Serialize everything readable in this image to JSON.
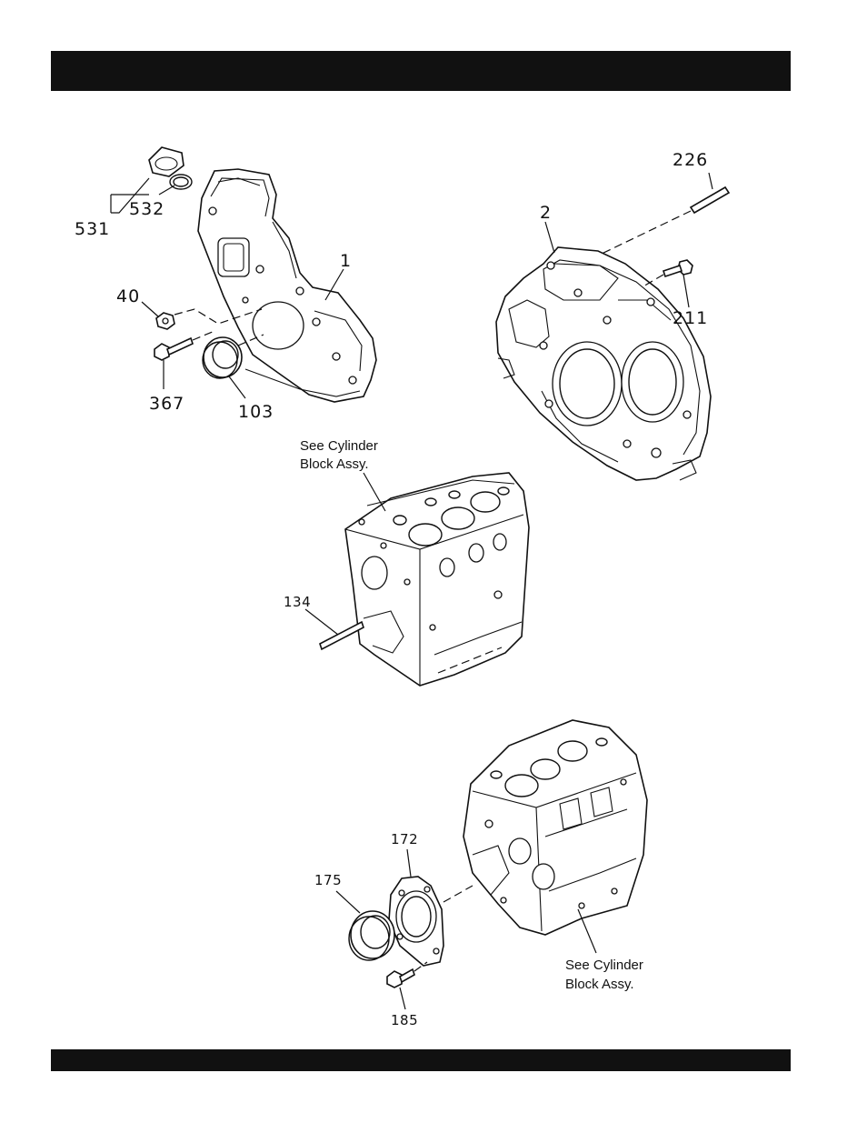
{
  "header": {
    "title": ""
  },
  "footer": {
    "text": ""
  },
  "callouts": {
    "p531": "531",
    "p532": "532",
    "p1": "1",
    "p40": "40",
    "p367": "367",
    "p103": "103",
    "p226": "226",
    "p2": "2",
    "p211": "211",
    "p134": "134",
    "p172": "172",
    "p175": "175",
    "p185": "185"
  },
  "notes": {
    "block_ref_1_line1": "See Cylinder",
    "block_ref_1_line2": "Block Assy.",
    "block_ref_2_line1": "See Cylinder",
    "block_ref_2_line2": "Block Assy."
  }
}
